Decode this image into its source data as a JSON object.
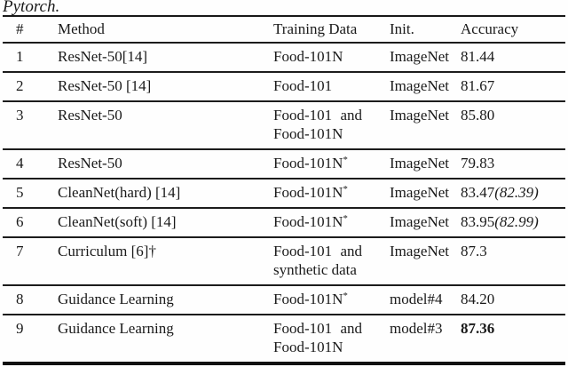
{
  "caption": "Pytorch.",
  "colors": {
    "text": "#1a1a1a",
    "background": "#ffffff",
    "rule": "#1c1c1c"
  },
  "table": {
    "headers": [
      "#",
      "Method",
      "Training Data",
      "Init.",
      "Accuracy"
    ],
    "rows": [
      {
        "num": "1",
        "method": "ResNet-50[14]",
        "data_line1": "Food-101N",
        "data_sup": "",
        "data_line2": "",
        "init": "ImageNet",
        "acc": "81.44",
        "acc_paren": "",
        "acc_bold": false
      },
      {
        "num": "2",
        "method": "ResNet-50 [14]",
        "data_line1": "Food-101",
        "data_sup": "",
        "data_line2": "",
        "init": "ImageNet",
        "acc": "81.67",
        "acc_paren": "",
        "acc_bold": false
      },
      {
        "num": "3",
        "method": "ResNet-50",
        "data_line1": "Food-101 and",
        "data_sup": "",
        "data_line2": "Food-101N",
        "init": "ImageNet",
        "acc": "85.80",
        "acc_paren": "",
        "acc_bold": false
      },
      {
        "num": "4",
        "method": "ResNet-50",
        "data_line1": "Food-101N",
        "data_sup": "*",
        "data_line2": "",
        "init": "ImageNet",
        "acc": "79.83",
        "acc_paren": "",
        "acc_bold": false
      },
      {
        "num": "5",
        "method": "CleanNet(hard) [14]",
        "data_line1": "Food-101N",
        "data_sup": "*",
        "data_line2": "",
        "init": "ImageNet",
        "acc": "83.47",
        "acc_paren": "(82.39)",
        "acc_bold": false
      },
      {
        "num": "6",
        "method": "CleanNet(soft) [14]",
        "data_line1": "Food-101N",
        "data_sup": "*",
        "data_line2": "",
        "init": "ImageNet",
        "acc": "83.95",
        "acc_paren": "(82.99)",
        "acc_bold": false
      },
      {
        "num": "7",
        "method": "Curriculum [6]†",
        "data_line1": "Food-101 and",
        "data_sup": "",
        "data_line2": "synthetic data",
        "init": "ImageNet",
        "acc": "87.3",
        "acc_paren": "",
        "acc_bold": false
      },
      {
        "num": "8",
        "method": "Guidance Learning",
        "data_line1": "Food-101N",
        "data_sup": "*",
        "data_line2": "",
        "init": "model#4",
        "acc": "84.20",
        "acc_paren": "",
        "acc_bold": false
      },
      {
        "num": "9",
        "method": "Guidance Learning",
        "data_line1": "Food-101 and",
        "data_sup": "",
        "data_line2": "Food-101N",
        "init": "model#3",
        "acc": "87.36",
        "acc_paren": "",
        "acc_bold": true
      }
    ]
  }
}
